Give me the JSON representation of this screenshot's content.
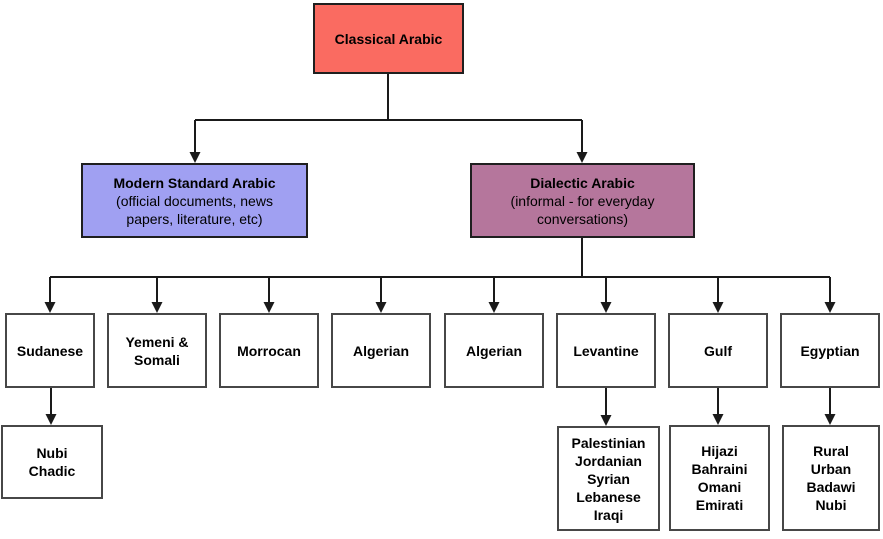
{
  "diagram": {
    "root": {
      "label": "Classical Arabic",
      "fill": "#fa6b61"
    },
    "standards": [
      {
        "name": "Modern Standard Arabic",
        "note": "(official documents, news\npapers, literature, etc)",
        "fill": "#a0a0f2"
      },
      {
        "name": "Dialectic Arabic",
        "note": "(informal - for everyday\nconversations)",
        "fill": "#b5769c"
      }
    ],
    "dialects": [
      {
        "name": "Sudanese",
        "varieties": "Nubi\nChadic"
      },
      {
        "name": "Yemeni & Somali",
        "varieties": ""
      },
      {
        "name": "Morrocan",
        "varieties": ""
      },
      {
        "name": "Algerian",
        "varieties": ""
      },
      {
        "name": "Algerian",
        "varieties": ""
      },
      {
        "name": "Levantine",
        "varieties": "Palestinian\nJordanian\nSyrian\nLebanese\nIraqi"
      },
      {
        "name": "Gulf",
        "varieties": "Hijazi\nBahraini\nOmani\nEmirati"
      },
      {
        "name": "Egyptian",
        "varieties": "Rural\nUrban\nBadawi\nNubi"
      }
    ],
    "colors": {
      "root_fill": "#fa6b61",
      "standard_fill": "#a0a0f2",
      "dialectic_fill": "#b5769c",
      "node_fill": "#ffffff",
      "line": "#1a1a1a",
      "border": "#474747",
      "text": "#000000"
    }
  }
}
